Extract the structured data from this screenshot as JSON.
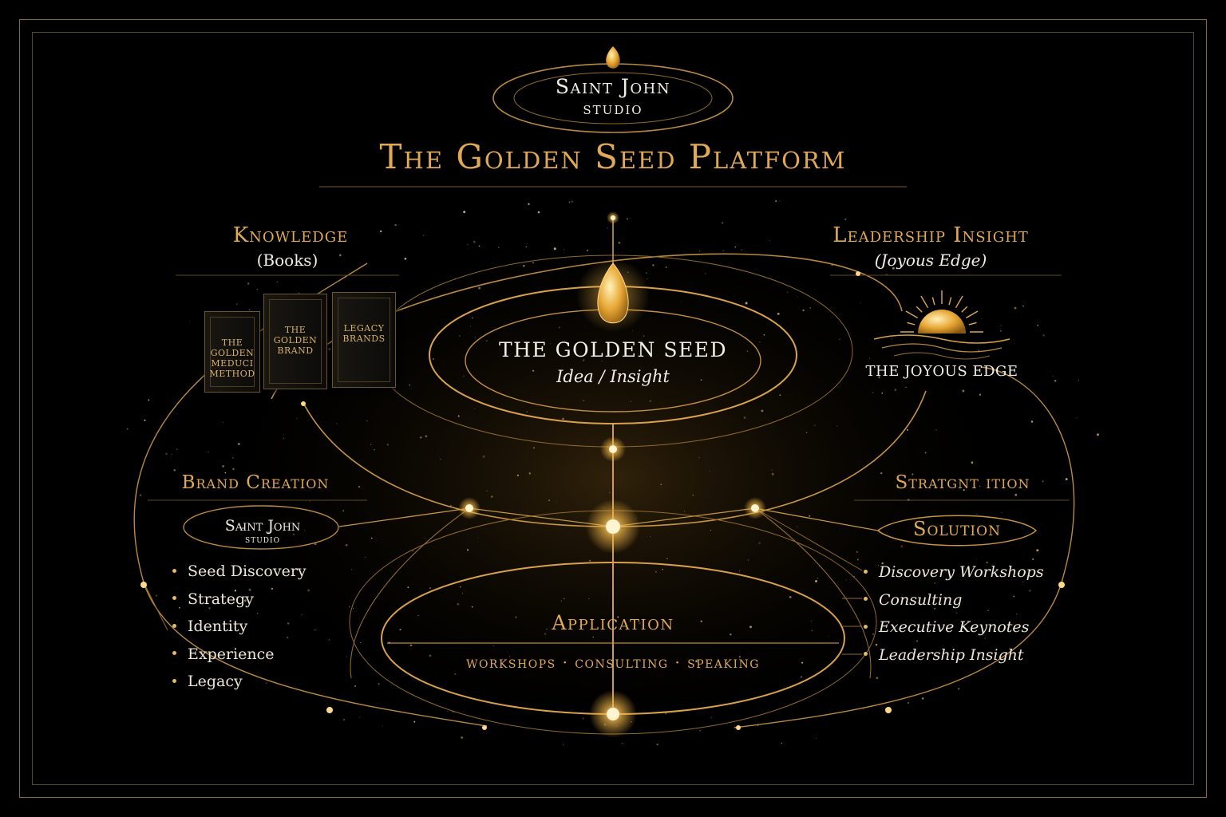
{
  "header": {
    "studio_line1": "Saint John",
    "studio_line2": "studio",
    "title": "The Golden Seed Platform"
  },
  "center": {
    "title": "THE GOLDEN SEED",
    "subtitle": "Idea / Insight"
  },
  "knowledge": {
    "title": "Knowledge",
    "subtitle": "(Books)",
    "books": [
      "THE\nGOLDEN\nMEDUCI\nMETHOD",
      "THE\nGOLDEN\nBRAND",
      "LEGACY\nBRANDS"
    ]
  },
  "leadership": {
    "title": "Leadership Insight",
    "subtitle": "(Joyous Edge)",
    "logo_text": "THE JOYOUS EDGE"
  },
  "brand_creation": {
    "title": "Brand Creation",
    "badge_line1": "Saint John",
    "badge_line2": "studio",
    "items": [
      "Seed Discovery",
      "Strategy",
      "Identity",
      "Experience",
      "Legacy"
    ]
  },
  "solution": {
    "title": "Stratgnt ition",
    "badge": "Solution",
    "items": [
      "Discovery Workshops",
      "Consulting",
      "Executive Keynotes",
      "Leadership Insight"
    ]
  },
  "application": {
    "title": "Application",
    "subtitle": "workshops · consulting · speaking"
  },
  "colors": {
    "background": "#000000",
    "gold": "#e0a955",
    "gold_line": "#b8893f",
    "text_light": "#f3efe6"
  },
  "icons": [
    "seed-drop-icon",
    "rising-sun-icon",
    "book-icon",
    "star-node-icon"
  ]
}
